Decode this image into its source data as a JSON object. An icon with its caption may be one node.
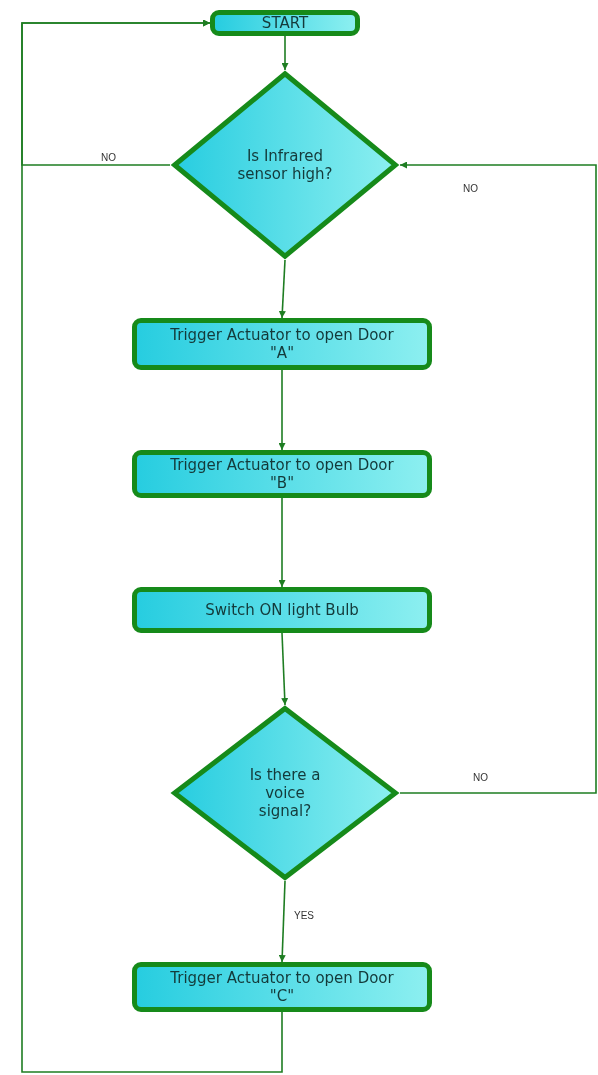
{
  "diagram": {
    "nodes": [
      {
        "text": [
          "START"
        ]
      },
      {
        "text": [
          "Is Infrared sensor high?"
        ]
      },
      {
        "text": [
          "Trigger Actuator to open Door \"A\""
        ]
      },
      {
        "text": [
          "Trigger Actuator to open Door \"B\""
        ]
      },
      {
        "text": [
          "Switch ON light Bulb"
        ]
      },
      {
        "text": [
          "Is there a voice signal?"
        ]
      },
      {
        "text": [
          "Trigger Actuator to open Door \"C\""
        ]
      }
    ],
    "edges": [
      {
        "from": 0,
        "to": 1,
        "arrow": "to"
      },
      {
        "from": 1,
        "to": 0,
        "arrow": "to",
        "label": "NO"
      },
      {
        "from": 1,
        "to": 2,
        "arrow": "to"
      },
      {
        "from": 2,
        "to": 3,
        "arrow": "to"
      },
      {
        "from": 3,
        "to": 4,
        "arrow": "to"
      },
      {
        "from": 4,
        "to": 5,
        "arrow": "to"
      },
      {
        "from": 5,
        "to": 1,
        "arrow": "to",
        "label": "NO"
      },
      {
        "from": 5,
        "to": 6,
        "arrow": "to",
        "label": "YES"
      },
      {
        "from": 6,
        "to": 0,
        "arrow": "to"
      }
    ],
    "labels": [
      "NO"
    ]
  }
}
